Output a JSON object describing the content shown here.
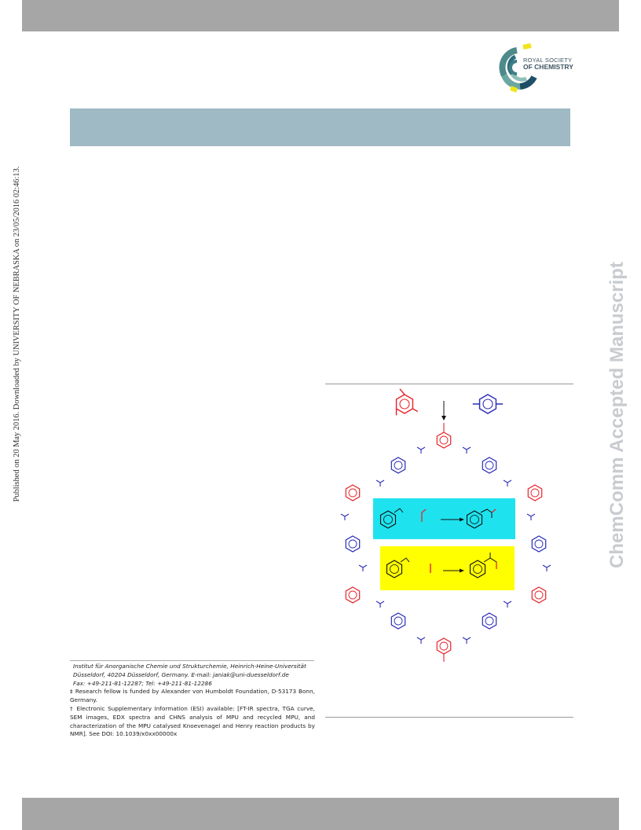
{
  "header": {
    "logo": {
      "name": "royal-society-of-chemistry-logo",
      "line1": "ROYAL SOCIETY",
      "line2": "OF CHEMISTRY"
    }
  },
  "sidebar": {
    "published_note": "Published on 20 May 2016. Downloaded by UNIVERSITY OF NEBRASKA on 23/05/2016 02:46:13."
  },
  "watermark": {
    "text": "ChemComm Accepted Manuscript"
  },
  "footnotes": {
    "affiliation_1": "Institut für Anorganische Chemie und Strukturchemie, Heinrich-Heine-Universität",
    "affiliation_2": "Düsseldorf, 40204 Düsseldorf, Germany. E-mail: janiak@uni-duesseldorf.de",
    "affiliation_3": "Fax: +49-211-81-12287; Tel: +49-211-81-12286",
    "research_fellow": "‡ Research fellow is funded by Alexander von Humboldt Foundation, D-53173 Bonn, Germany.",
    "esi": "† Electronic Supplementary Information (ESI) available: [FT-IR spectra, TGA curve, SEM images, EDX spectra and CHNS analysis of MPU and recycled MPU, and characterization of the MPU catalysed Knoevenagel and Henry reaction products by NMR]. See DOI: 10.1039/x0xx00000x"
  },
  "colors": {
    "band": "#a6a6a6",
    "title_box": "#9fb9c5",
    "trisubstituted_ring": "#e8232a",
    "para_ring": "#2a2ab8",
    "knoevenagel_box": "#1ee3ee",
    "henry_box": "#ffff00",
    "watermark": "#c8ccd0"
  }
}
